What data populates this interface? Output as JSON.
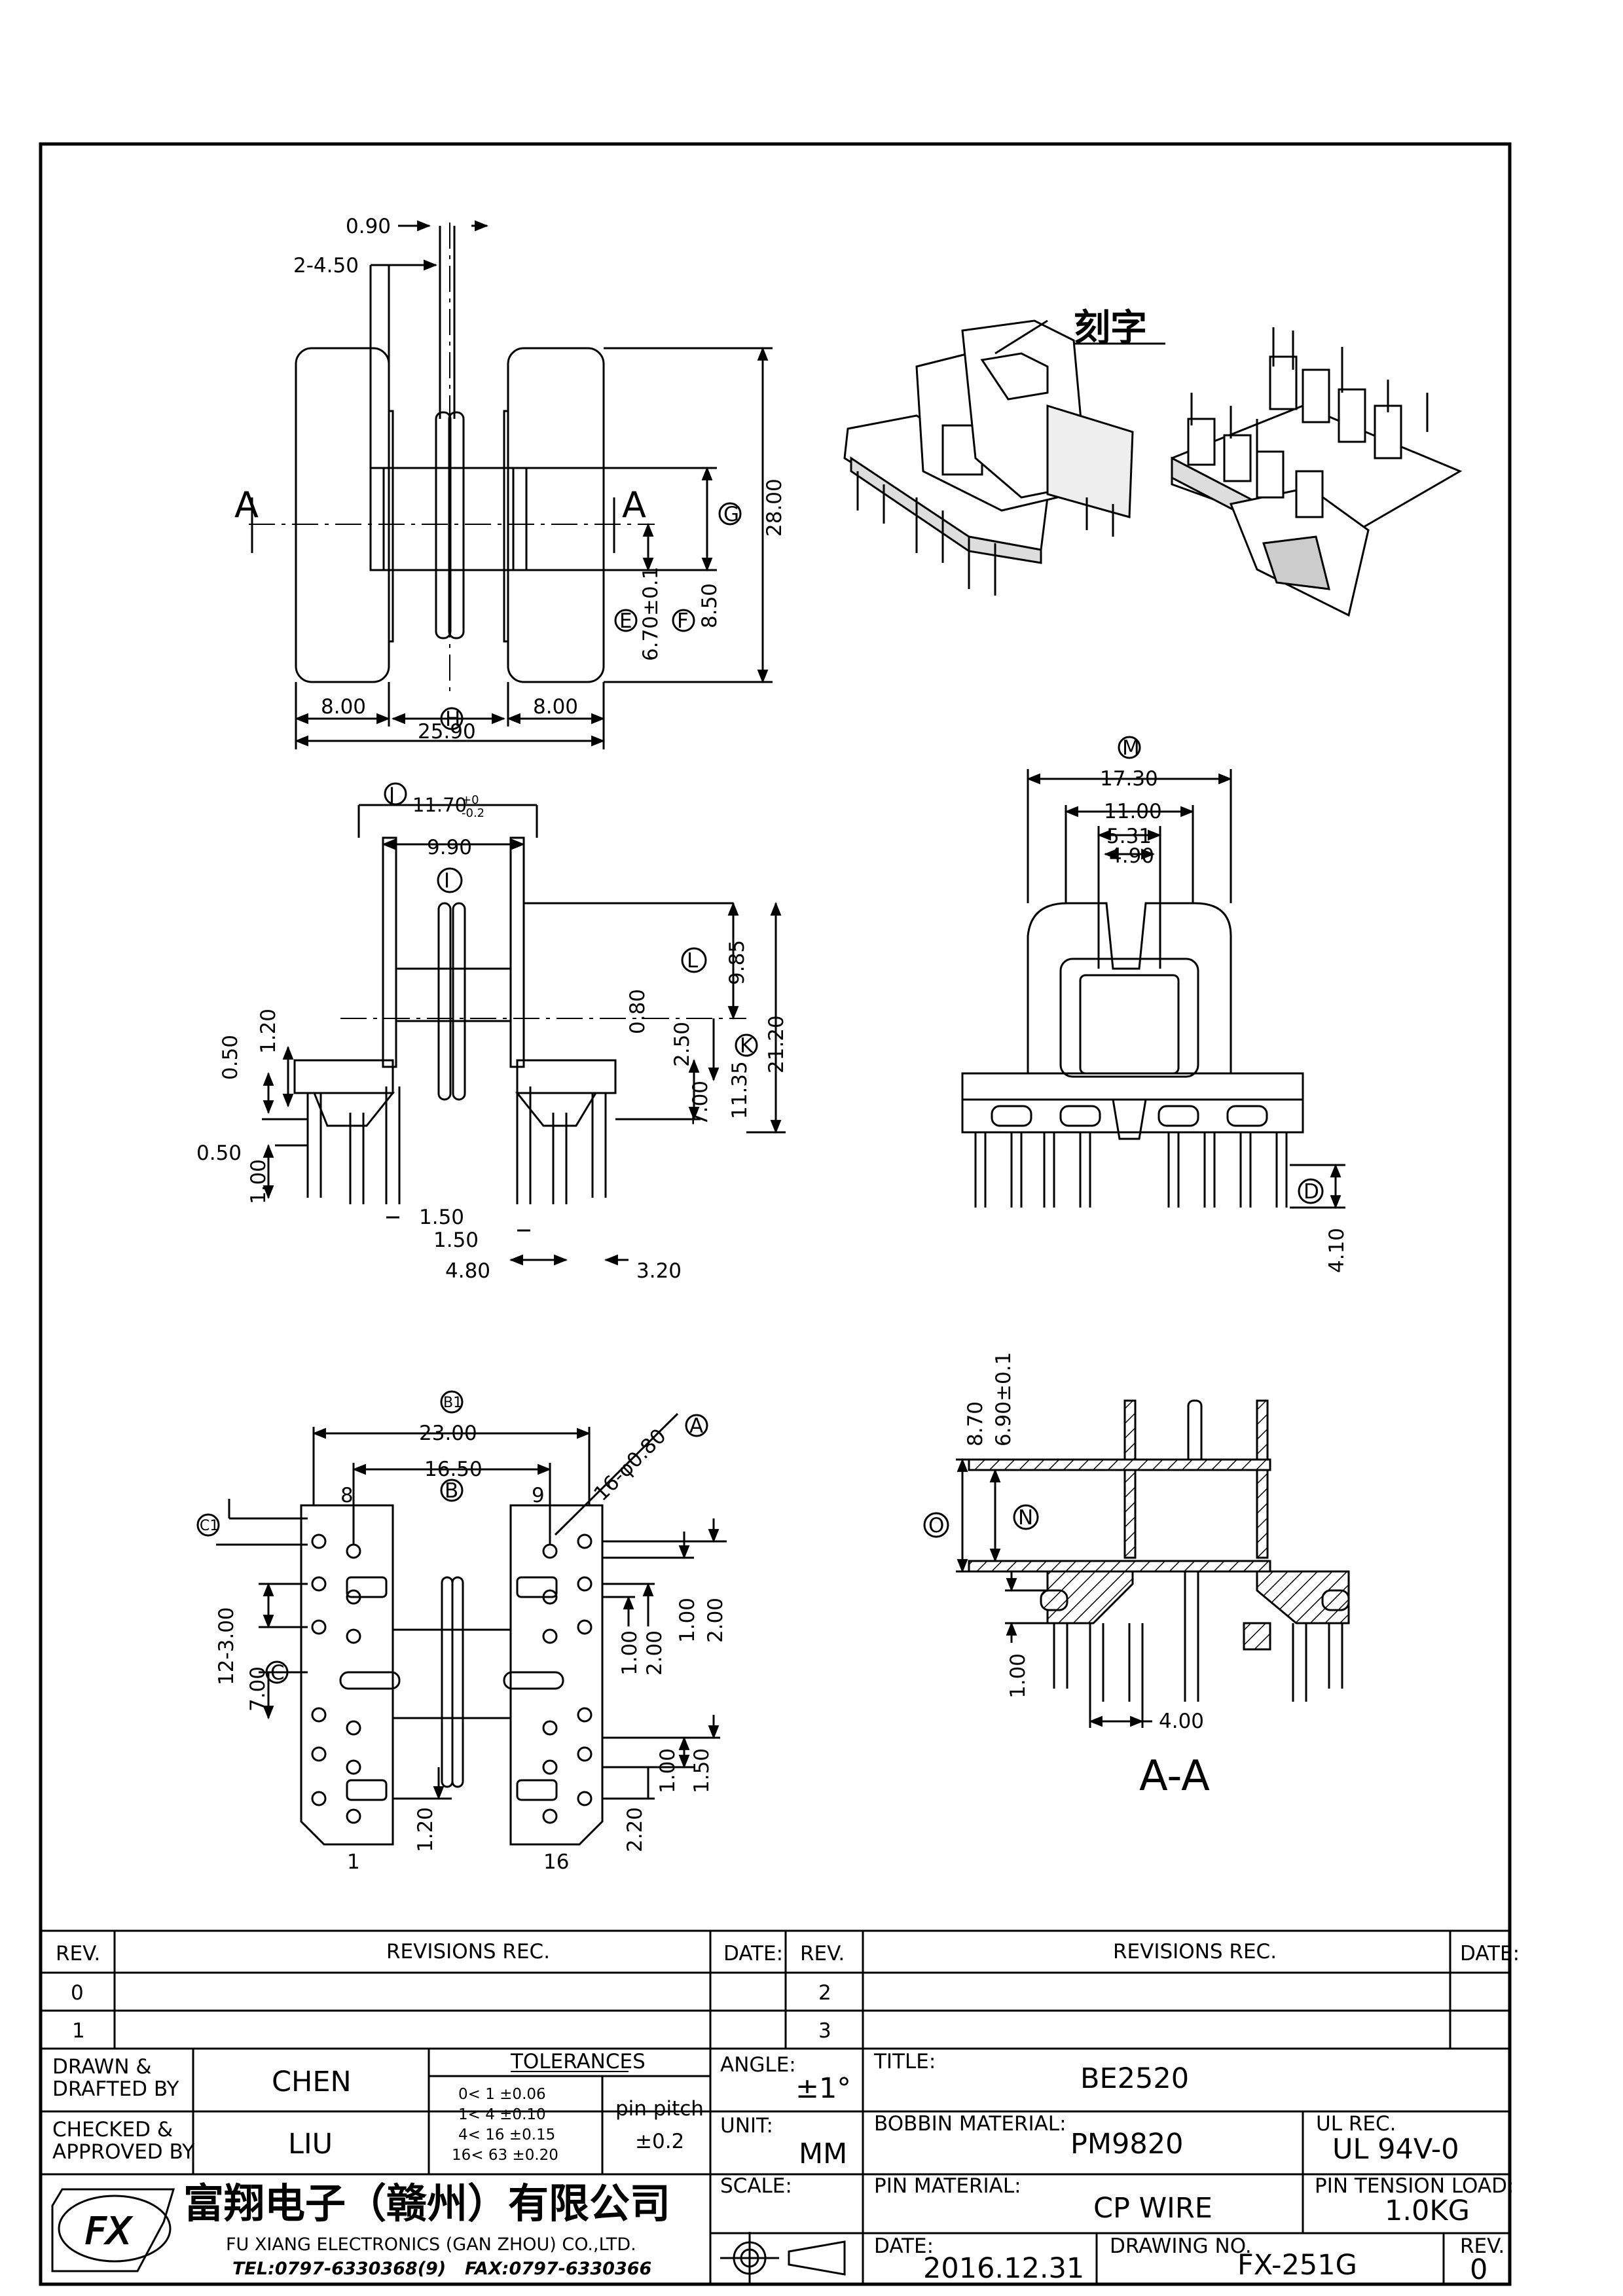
{
  "annotation_label": "刻字",
  "dims": {
    "top": {
      "d0_90": "0.90",
      "d2_4_50": "2-4.50",
      "d28_00": "28.00",
      "d8_50": "8.50",
      "d6_70": "6.70±0.1",
      "d8_00_left": "8.00",
      "d8_00_right": "8.00",
      "d25_90": "25.90",
      "label_g": "G",
      "label_e": "E",
      "label_f": "F",
      "label_h": "H",
      "section_left": "A",
      "section_right": "A"
    },
    "side": {
      "label_j": "J",
      "d11_70": "11.70",
      "d11_70_tol_plus": "+0",
      "d11_70_tol_minus": "-0.2",
      "d9_90": "9.90",
      "label_i": "I",
      "label_l": "L",
      "label_k": "K",
      "d9_85": "9.85",
      "d21_20": "21.20",
      "d0_80": "0.80",
      "d2_50": "2.50",
      "d11_35": "11.35",
      "d7_00": "7.00",
      "d0_50_a": "0.50",
      "d1_20": "1.20",
      "d0_50_b": "0.50",
      "d1_00": "1.00",
      "d1_50_a": "1.50",
      "d1_50_b": "1.50",
      "d4_80": "4.80",
      "d3_20": "3.20"
    },
    "front": {
      "label_m": "M",
      "d17_30": "17.30",
      "d11_00": "11.00",
      "d5_31": "5.31",
      "d4_90": "4.90",
      "label_d": "D",
      "d4_10": "4.10"
    },
    "bottom": {
      "label_b1": "B1",
      "d23_00": "23.00",
      "label_a": "A",
      "d16_50": "16.50",
      "label_b": "B",
      "d16_phi": "16-φ0.80",
      "pin8": "8",
      "pin9": "9",
      "label_c1": "C1",
      "d12_3_00": "12-3.00",
      "label_c": "C",
      "d7_00": "7.00",
      "d1_00_a": "1.00",
      "d2_00_a": "2.00",
      "d1_00_b": "1.00",
      "d2_00_b": "2.00",
      "d1_00_c": "1.00",
      "d1_50": "1.50",
      "d1_20": "1.20",
      "d2_20": "2.20",
      "pin1": "1",
      "pin16": "16"
    },
    "section": {
      "d8_70": "8.70",
      "d6_90": "6.90±0.1",
      "label_o": "O",
      "label_n": "N",
      "d1_00": "1.00",
      "d4_00": "4.00",
      "caption": "A-A"
    }
  },
  "title_block": {
    "rev_header": "REV.",
    "revisions_header": "REVISIONS   REC.",
    "date_header": "DATE:",
    "rev_left": [
      "0",
      "1"
    ],
    "rev_right": [
      "2",
      "3"
    ],
    "drawn_label": "DRAWN &\nDRAFTED BY",
    "drawn_value": "CHEN",
    "checked_label": "CHECKED &\nAPPROVED BY",
    "checked_value": "LIU",
    "tolerances_label": "TOLERANCES",
    "tolerance_rows": [
      "0<  1   ±0.06",
      "1<  4   ±0.10",
      "4<  16  ±0.15",
      "16<  63  ±0.20"
    ],
    "pin_pitch_label": "pin pitch",
    "pin_pitch_value": "±0.2",
    "angle_label": "ANGLE:",
    "angle_value": "±1°",
    "unit_label": "UNIT:",
    "unit_value": "MM",
    "scale_label": "SCALE:",
    "title_label": "TITLE:",
    "title_value": "BE2520",
    "bobbin_material_label": "BOBBIN MATERIAL:",
    "bobbin_material_value": "PM9820",
    "ul_rec_label": "UL REC.",
    "ul_rec_value": "UL 94V-0",
    "pin_material_label": "PIN MATERIAL:",
    "pin_material_value": "CP WIRE",
    "pin_tension_label": "PIN TENSION LOAD:",
    "pin_tension_value": "1.0KG",
    "date_label": "DATE:",
    "date_value": "2016.12.31",
    "drawing_no_label": "DRAWING NO.",
    "drawing_no_value": "FX-251G",
    "rev_label": "REV.",
    "rev_value": "0",
    "company_cn": "富翔电子（赣州）有限公司",
    "company_en": "FU XIANG ELECTRONICS (GAN ZHOU) CO.,LTD.",
    "tel": "TEL:0797-6330368(9)",
    "fax": "FAX:0797-6330366",
    "logo_text": "FX"
  }
}
